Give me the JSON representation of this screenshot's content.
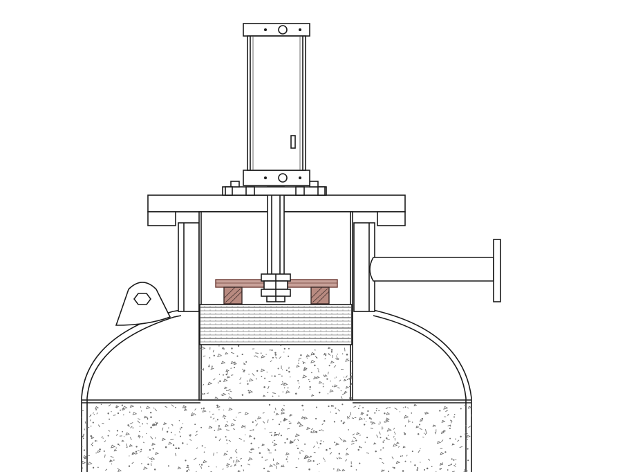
{
  "diagram": {
    "colors": {
      "line": "#1a1a1a",
      "sand": "#6a6a6a",
      "gasket": "#c9a29a",
      "gasket_stroke": "#6b3a33",
      "background": "#ffffff"
    },
    "components": [
      "pneumatic-cylinder",
      "top-flange-plate",
      "piston-rod",
      "clamp-nut",
      "gasket-plate",
      "screen-mesh",
      "inner-sleeve",
      "side-outlet-pipe",
      "outlet-flange",
      "lifting-lug",
      "vessel-dome",
      "media-bed"
    ]
  }
}
